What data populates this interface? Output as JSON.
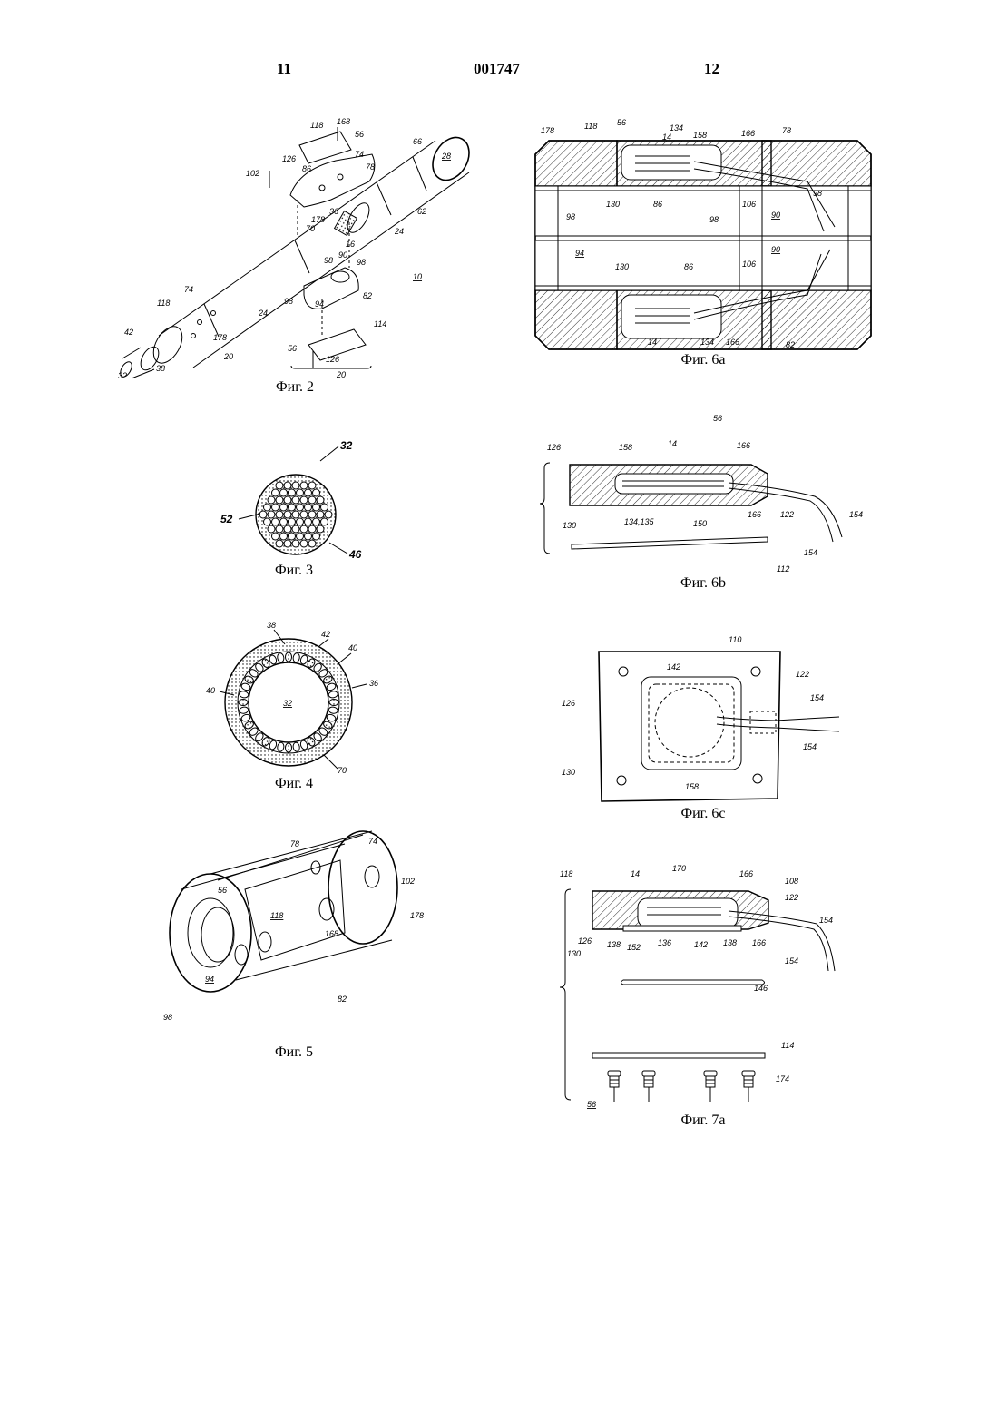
{
  "header": {
    "left_page": "11",
    "doc_number": "001747",
    "right_page": "12"
  },
  "figures": {
    "fig2": {
      "caption": "Фиг. 2",
      "labels": [
        "168",
        "118",
        "56",
        "126",
        "74",
        "78",
        "102",
        "86",
        "66",
        "28",
        "178",
        "36",
        "62",
        "70",
        "16",
        "24",
        "98",
        "90",
        "98",
        "10",
        "118",
        "74",
        "98",
        "94",
        "82",
        "42",
        "178",
        "24",
        "20",
        "114",
        "32",
        "38",
        "56",
        "126",
        "20"
      ]
    },
    "fig3": {
      "caption": "Фиг. 3",
      "labels": [
        "32",
        "52",
        "46"
      ]
    },
    "fig4": {
      "caption": "Фиг. 4",
      "labels": [
        "38",
        "42",
        "40",
        "40",
        "36",
        "32",
        "70"
      ]
    },
    "fig5": {
      "caption": "Фиг. 5",
      "labels": [
        "78",
        "74",
        "56",
        "102",
        "118",
        "168",
        "178",
        "94",
        "98",
        "82"
      ]
    },
    "fig6a": {
      "caption": "Фиг. 6a",
      "labels": [
        "178",
        "118",
        "56",
        "134",
        "14",
        "158",
        "166",
        "78",
        "130",
        "86",
        "106",
        "90",
        "98",
        "98",
        "98",
        "94",
        "130",
        "86",
        "106",
        "90",
        "14",
        "134",
        "166",
        "82"
      ]
    },
    "fig6b": {
      "caption": "Фиг. 6b",
      "labels": [
        "56",
        "126",
        "158",
        "14",
        "166",
        "130",
        "134,135",
        "150",
        "166",
        "122",
        "154",
        "154",
        "112"
      ]
    },
    "fig6c": {
      "caption": "Фиг. 6c",
      "labels": [
        "110",
        "142",
        "122",
        "126",
        "154",
        "154",
        "130",
        "158"
      ]
    },
    "fig7a": {
      "caption": "Фиг. 7a",
      "labels": [
        "118",
        "14",
        "170",
        "166",
        "108",
        "122",
        "154",
        "126",
        "130",
        "138",
        "152",
        "136",
        "142",
        "138",
        "166",
        "154",
        "146",
        "114",
        "174",
        "56"
      ]
    }
  }
}
